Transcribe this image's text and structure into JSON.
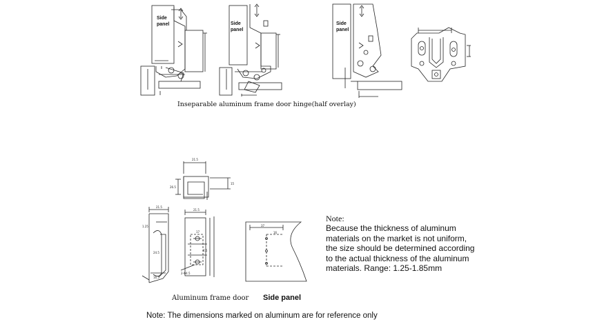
{
  "top": {
    "side_panel_labels": [
      "Side\npanel",
      "Side\npanel",
      "Side\npanel"
    ],
    "caption": "Inseparable aluminum frame door hinge(half overlay)"
  },
  "bottom": {
    "aluminum_caption": "Aluminum frame door",
    "side_panel_caption": "Side panel",
    "dims": {
      "profile_top": "21.5",
      "profile_right": "15",
      "profile_height": "26.5",
      "frame_width": "21.5",
      "frame_edge": "1.25",
      "frame_height": "24.5",
      "frame_bottom": "16.5",
      "door_top": "21.5",
      "door_hole_spacing": "4.5",
      "door_edge": "17",
      "door_hole_label": "2-Φ4.5",
      "panel_top": "37",
      "panel_side": "16"
    }
  },
  "note": {
    "heading": "Note:",
    "lines": [
      "Because the thickness of aluminum",
      "materials on the market is not uniform,",
      " the size should be determined according",
      "to the actual thickness of the aluminum",
      " materials. Range: 1.25-1.85mm"
    ]
  },
  "footer": "Note: The dimensions marked on aluminum are for reference only"
}
